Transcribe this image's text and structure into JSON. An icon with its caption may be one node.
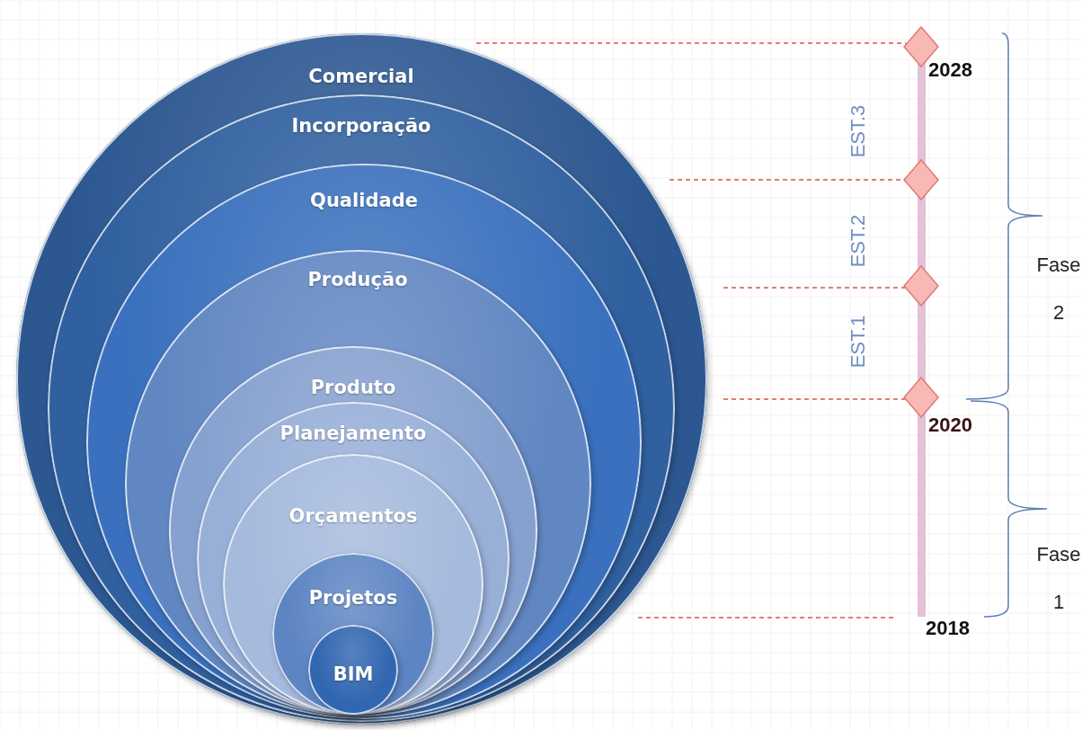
{
  "diagram": {
    "nodes": [
      {
        "text": [
          "Comercial"
        ]
      },
      {
        "text": [
          "Incorporação"
        ],
        "in": 0
      },
      {
        "text": [
          "Qualidade"
        ],
        "in": 1
      },
      {
        "text": [
          "Produção"
        ],
        "in": 2
      },
      {
        "text": [
          "Produto"
        ],
        "in": 3
      },
      {
        "text": [
          "Planejamento"
        ],
        "in": 4
      },
      {
        "text": [
          "Orçamentos"
        ],
        "in": 5
      },
      {
        "text": [
          "Projetos"
        ],
        "in": 6
      },
      {
        "text": [
          "BIM"
        ],
        "in": 7
      }
    ],
    "labels": [
      "2028",
      "EST.3",
      "EST.2",
      "Fase 2",
      "EST.1",
      "2020",
      "Fase 1",
      "2018"
    ]
  }
}
